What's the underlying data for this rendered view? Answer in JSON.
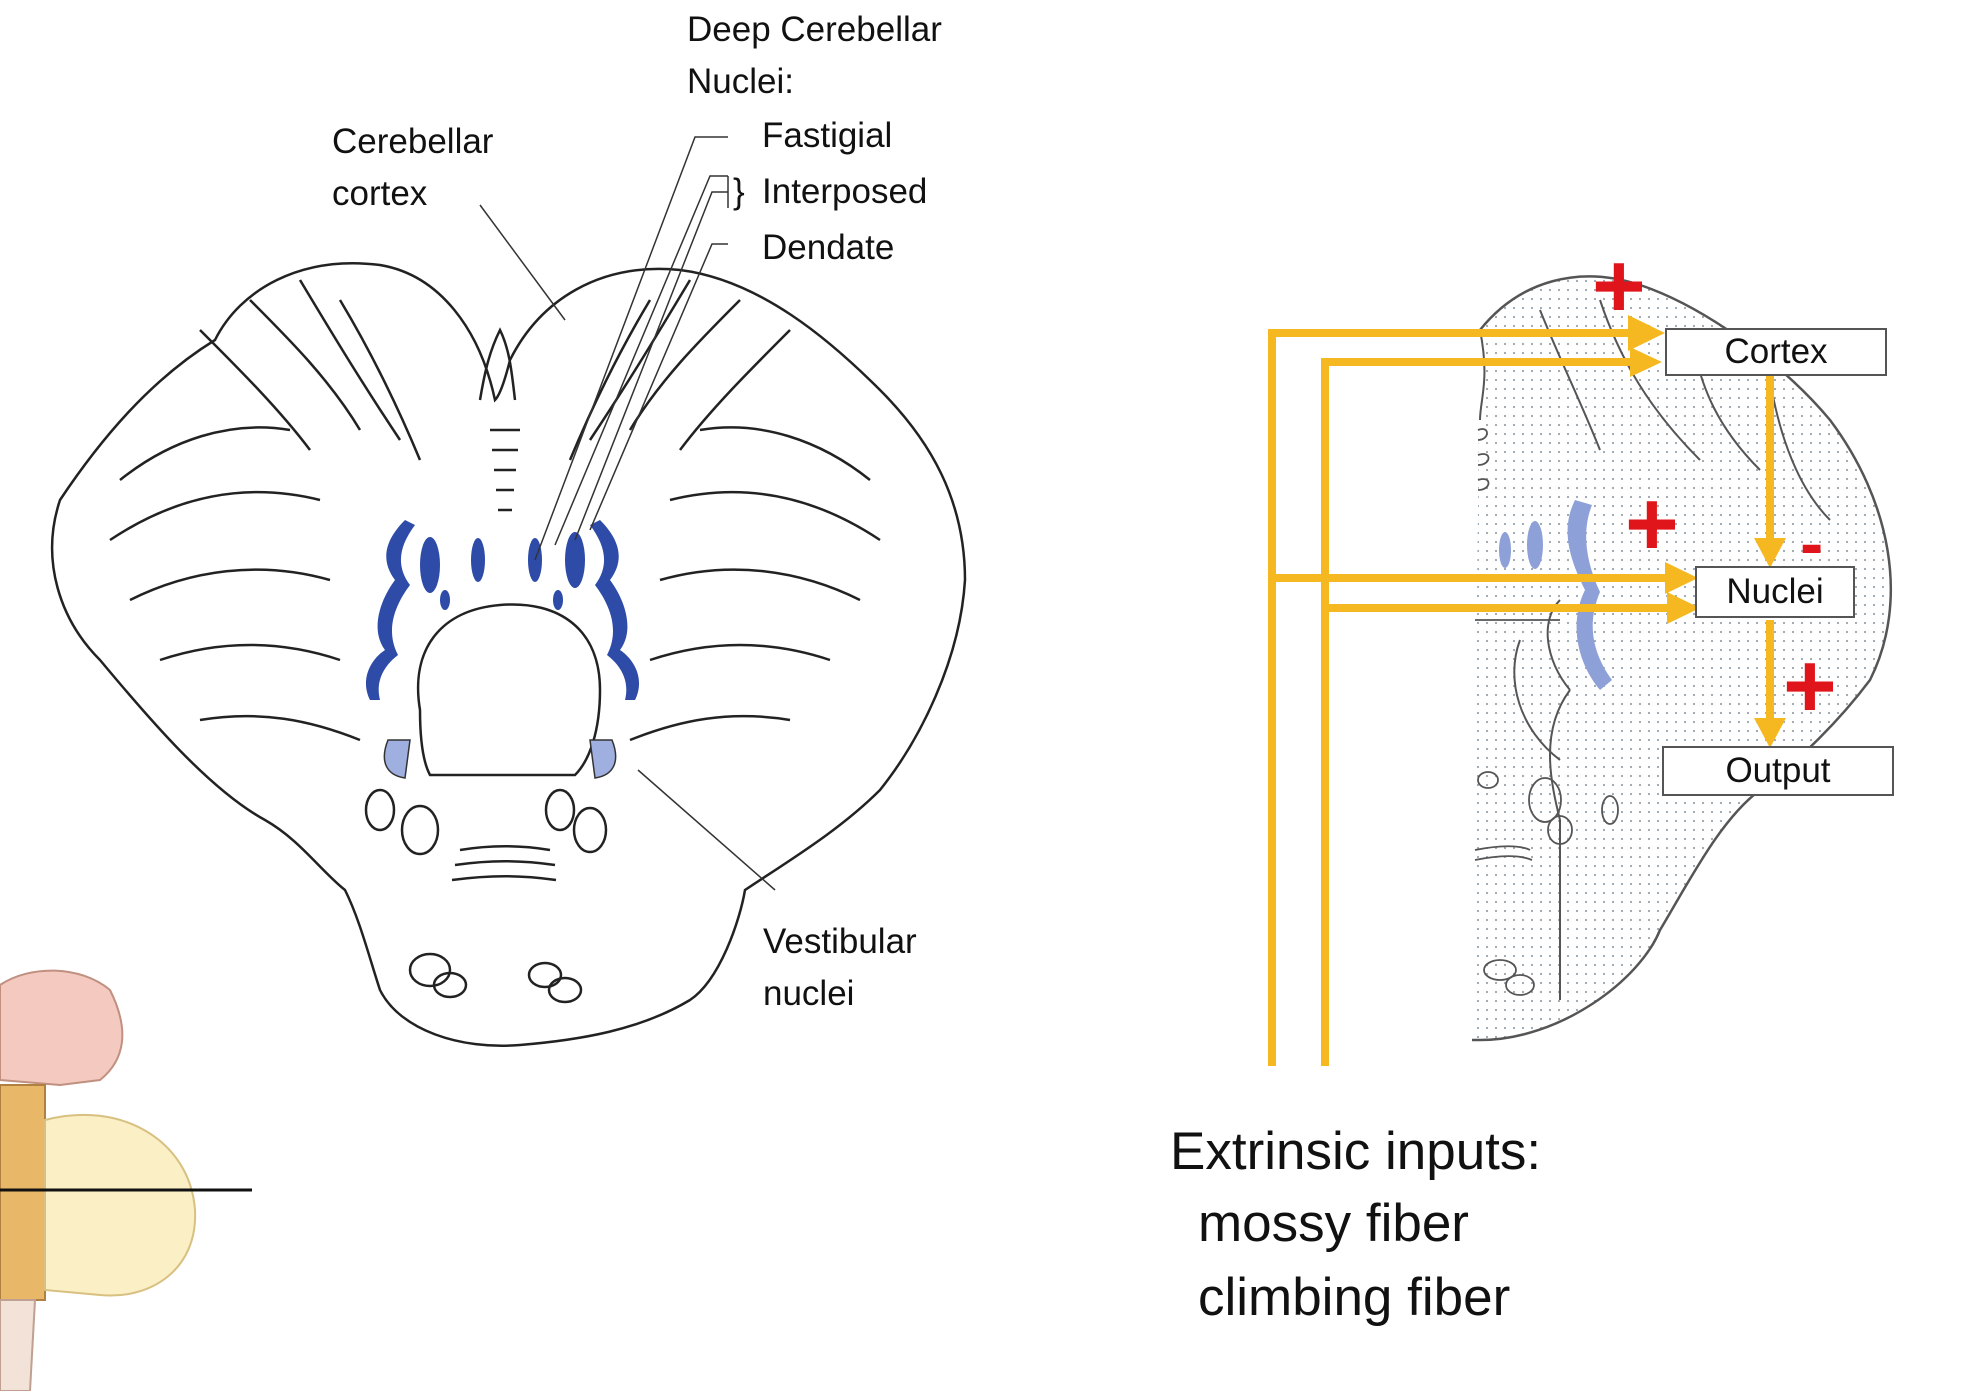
{
  "left_diagram": {
    "cortex_label": [
      "Cerebellar",
      "cortex"
    ],
    "deep_nuclei_heading": [
      "Deep Cerebellar",
      "Nuclei:"
    ],
    "nuclei": [
      "Fastigial",
      "Interposed",
      "Dendate"
    ],
    "vestibular_label": [
      "Vestibular",
      "nuclei"
    ]
  },
  "circuit": {
    "boxes": {
      "cortex": "Cortex",
      "nuclei": "Nuclei",
      "output": "Output"
    },
    "signs": {
      "plus": "+",
      "minus": "-"
    },
    "colors": {
      "arrow": "#F5B820",
      "sign": "#E0151B",
      "nuclei_blue": "#2E4BA8",
      "nuclei_faded": "#8EA0D8"
    }
  },
  "inputs_caption": {
    "heading": "Extrinsic inputs:",
    "items": [
      "mossy fiber",
      "climbing fiber"
    ]
  }
}
